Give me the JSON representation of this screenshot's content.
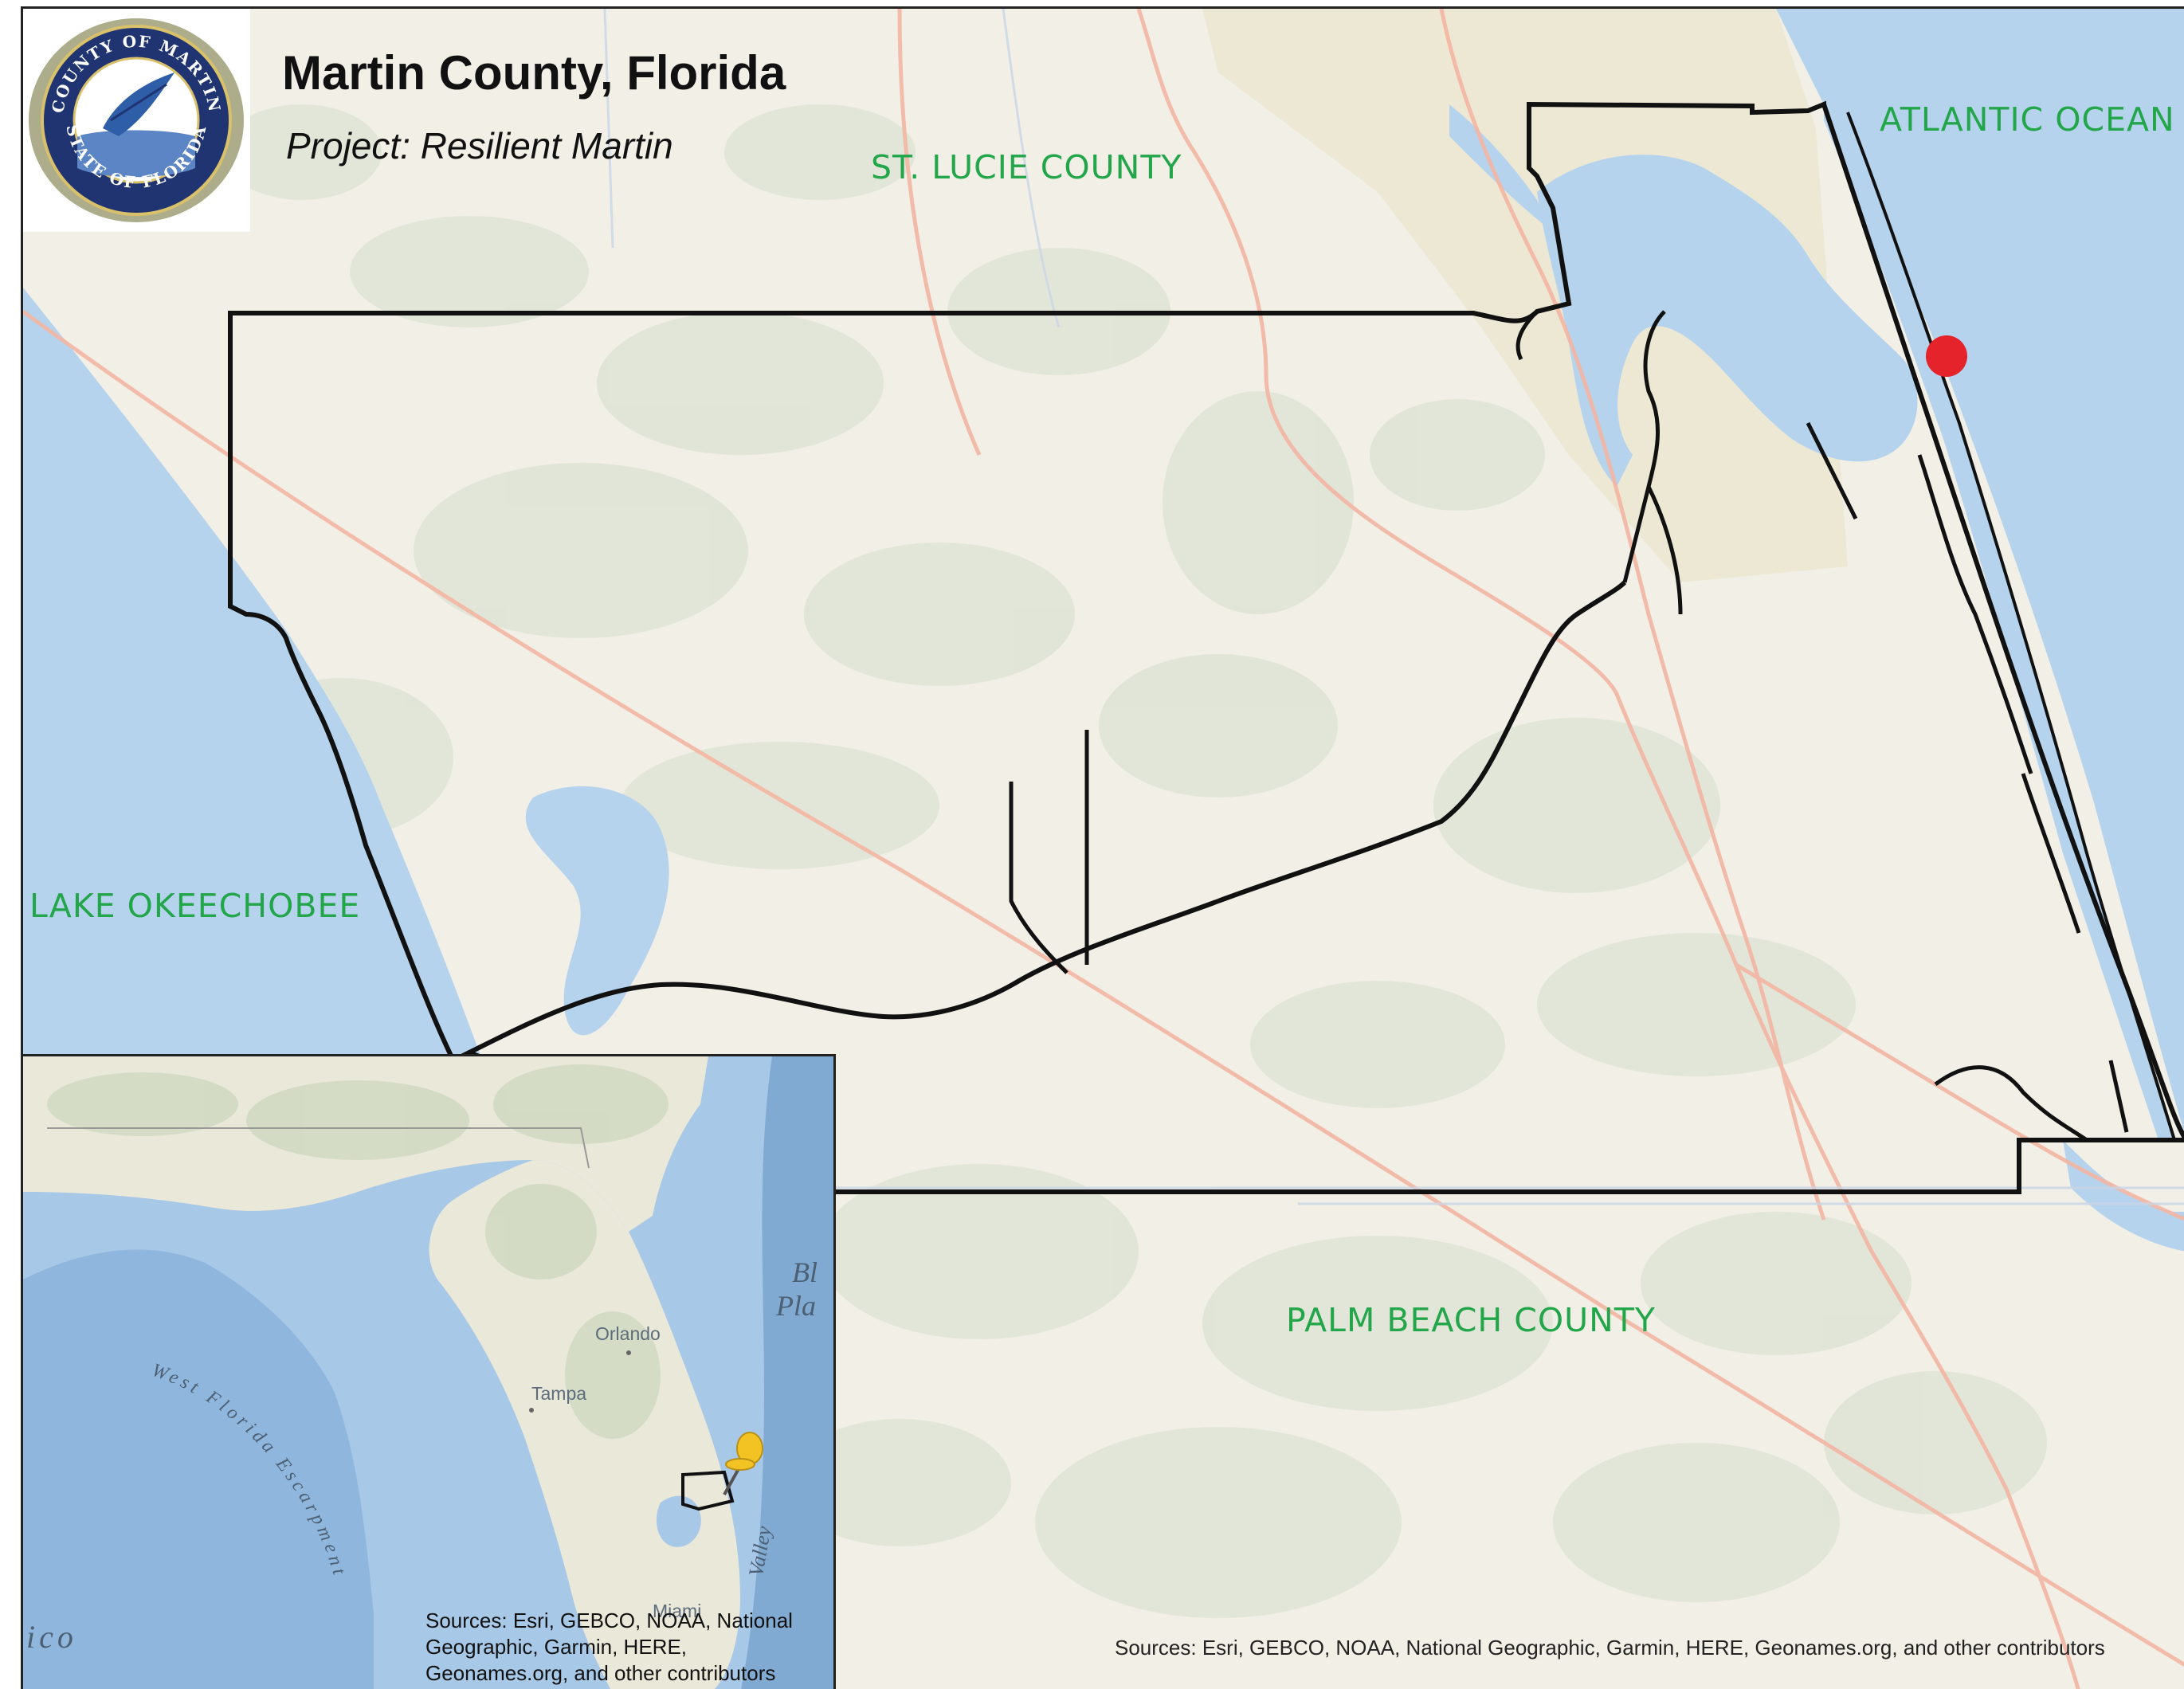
{
  "header": {
    "title": "Martin County, Florida",
    "subtitle": "Project: Resilient Martin"
  },
  "logo": {
    "text_top": "COUNTY OF MARTIN",
    "text_bottom": "STATE OF FLORIDA"
  },
  "map_labels": {
    "st_lucie": "ST. LUCIE COUNTY",
    "atlantic": "ATLANTIC OCEAN",
    "okeechobee": "LAKE OKEECHOBEE",
    "palm_beach": "PALM BEACH COUNTY"
  },
  "inset": {
    "labels": {
      "orlando": "Orlando",
      "tampa": "Tampa",
      "miami": "Miami",
      "escarpment": "West Florida Escarpment",
      "blake_1": "Bl",
      "blake_2": "Pla",
      "valley": "Valley",
      "mexico": "ico"
    },
    "sources": "Sources: Esri, GEBCO, NOAA, National Geographic, Garmin, HERE, Geonames.org, and other contributors"
  },
  "main_sources": "Sources: Esri, GEBCO, NOAA, National Geographic, Garmin, HERE, Geonames.org, and other contributors",
  "colors": {
    "label_green": "#23a64a",
    "water": "#b6d3ee",
    "land": "#f1efe6",
    "marker_red": "#e5232a",
    "pin_yellow": "#f2c322",
    "boundary": "#111111"
  },
  "icons": {
    "location_marker": "red-dot-marker-icon",
    "inset_pin": "pushpin-icon",
    "county_seal": "county-seal-icon"
  }
}
